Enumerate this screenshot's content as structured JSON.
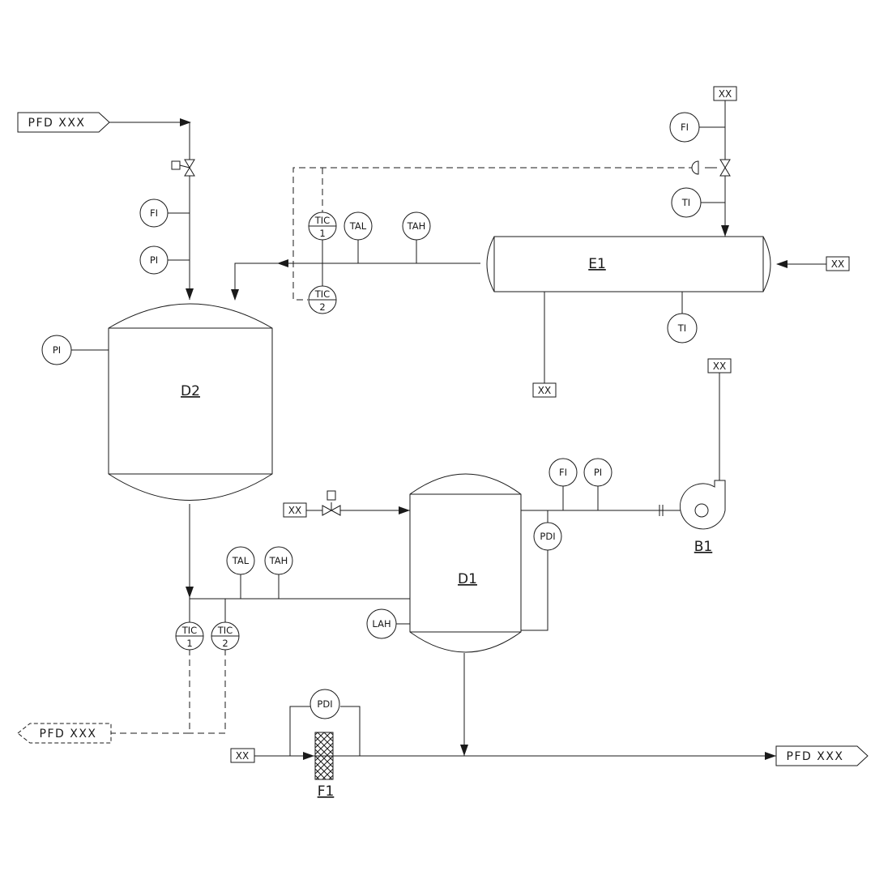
{
  "equipment": {
    "d2": "D2",
    "d1": "D1",
    "e1": "E1",
    "b1": "B1",
    "f1": "F1"
  },
  "offpage": {
    "top_left_in": "PFD XXX",
    "bottom_left_out": "PFD XXX",
    "bottom_right_out": "PFD XXX"
  },
  "tags": {
    "e1_top": "XX",
    "e1_right": "XX",
    "e1_bottom": "XX",
    "b1_top": "XX",
    "d1_inlet": "XX",
    "f1_inlet": "XX"
  },
  "instruments": {
    "fi_d2_feed": "FI",
    "pi_d2_feed": "PI",
    "pi_d2": "PI",
    "tic1_top_tag": "TIC",
    "tic1_top_num": "1",
    "tic2_top_tag": "TIC",
    "tic2_top_num": "2",
    "tal_top": "TAL",
    "tah_top": "TAH",
    "fi_e1": "FI",
    "ti_e1_in": "TI",
    "ti_e1_out": "TI",
    "fi_b1": "FI",
    "pi_b1": "PI",
    "pdi_d1": "PDI",
    "tal_bot": "TAL",
    "tah_bot": "TAH",
    "tic1_bot_tag": "TIC",
    "tic1_bot_num": "1",
    "tic2_bot_tag": "TIC",
    "tic2_bot_num": "2",
    "lah_d1": "LAH",
    "pdi_f1": "PDI"
  }
}
